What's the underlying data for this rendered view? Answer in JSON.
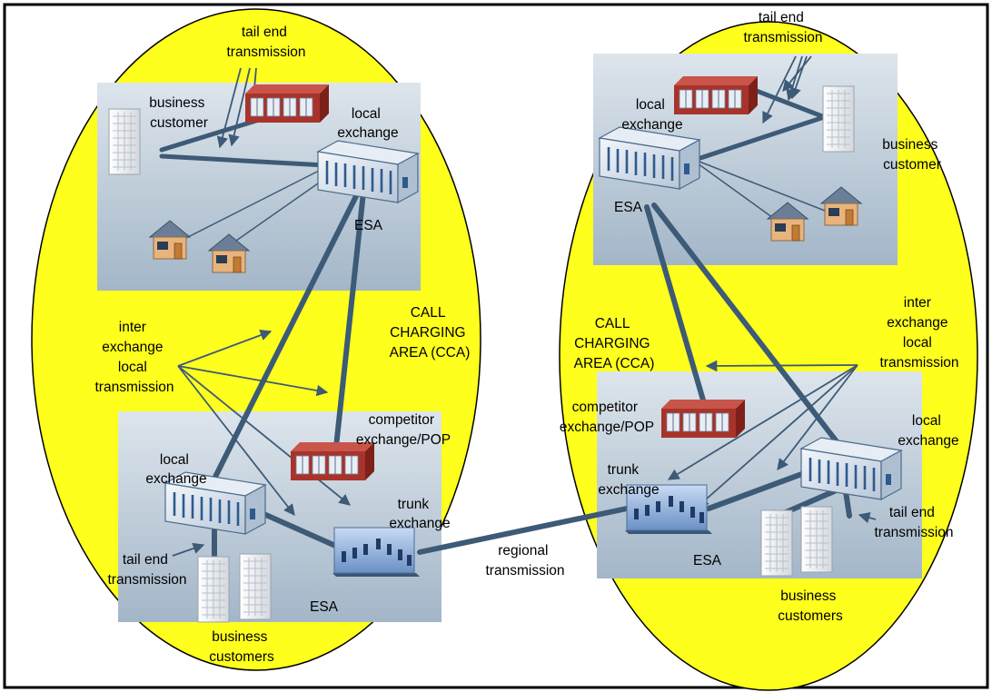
{
  "colors": {
    "area_fill": "#ffff1e",
    "line": "#3d5a76",
    "exchange_red": "#a8332b",
    "panel_top": "#d6dfe8",
    "panel_bottom": "#9fb3c6"
  },
  "left_cca": {
    "tail_end_top": [
      "tail end",
      "transmission"
    ],
    "business_customer": [
      "business",
      "customer"
    ],
    "local_exchange_top": [
      "local",
      "exchange"
    ],
    "esa_top": "ESA",
    "cca": [
      "CALL",
      "CHARGING",
      "AREA (CCA)"
    ],
    "inter_exchange": [
      "inter",
      "exchange",
      "local",
      "transmission"
    ],
    "competitor": [
      "competitor",
      "exchange/POP"
    ],
    "local_exchange_bottom": [
      "local",
      "exchange"
    ],
    "trunk_exchange": [
      "trunk",
      "exchange"
    ],
    "tail_end_bottom": [
      "tail end",
      "transmission"
    ],
    "esa_bottom": "ESA",
    "business_customers": [
      "business",
      "customers"
    ]
  },
  "regional": [
    "regional",
    "transmission"
  ],
  "right_cca": {
    "tail_end_top": [
      "tail end",
      "transmission"
    ],
    "local_exchange_top": [
      "local",
      "exchange"
    ],
    "business_customer": [
      "business",
      "customer"
    ],
    "esa_top": "ESA",
    "cca": [
      "CALL",
      "CHARGING",
      "AREA (CCA)"
    ],
    "inter_exchange": [
      "inter",
      "exchange",
      "local",
      "transmission"
    ],
    "competitor": [
      "competitor",
      "exchange/POP"
    ],
    "trunk_exchange": [
      "trunk",
      "exchange"
    ],
    "local_exchange_bottom": [
      "local",
      "exchange"
    ],
    "tail_end_bottom": [
      "tail end",
      "transmission"
    ],
    "esa_bottom": "ESA",
    "business_customers": [
      "business",
      "customers"
    ]
  }
}
